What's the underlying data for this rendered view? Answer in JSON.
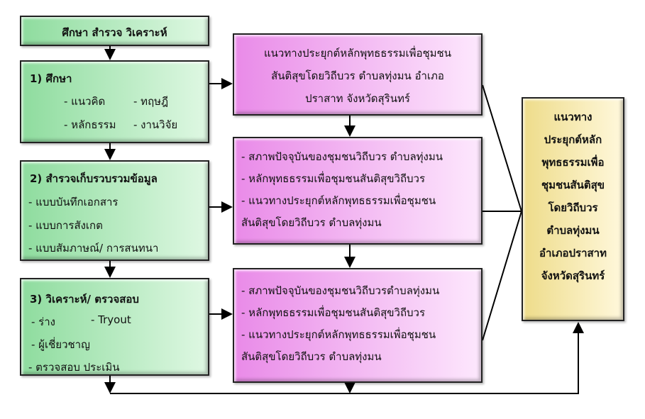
{
  "header": {
    "title": "ศึกษา สำรวจ วิเคราะห์"
  },
  "step1": {
    "title": "1) ศึกษา",
    "items": [
      "- แนวคิด",
      "- ทฤษฎี",
      "- หลักธรรม",
      "- งานวิจัย"
    ]
  },
  "step2": {
    "title": "2) สำรวจเก็บรวบรวมข้อมูล",
    "items": [
      "- แบบบันทึกเอกสาร",
      "- แบบการสังเกต",
      "- แบบสัมภาษณ์/  การสนทนา"
    ]
  },
  "step3": {
    "title": "3) วิเคราะห์/ ตรวจสอบ",
    "items": [
      "- ร่าง",
      "- Tryout",
      "- ผู้เชี่ยวชาญ",
      "- ตรวจสอบ ประเมิน"
    ]
  },
  "pink1": {
    "lines": [
      "แนวทางประยุกต์หลักพุทธธรรมเพื่อชุมชน",
      "สันติสุขโดยวิถีบวร ตำบลทุ่งมน อำเภอ",
      "ปราสาท จังหวัดสุรินทร์"
    ]
  },
  "pink2": {
    "lines": [
      "- สภาพปัจจุบันของชุมชนวิถีบวร  ตำบลทุ่งมน",
      "- หลักพุทธธรรมเพื่อชุมชนสันติสุขวิถีบวร",
      "- แนวทางประยุกต์หลักพุทธธรรมเพื่อชุมชน",
      "สันติสุขโดยวิถีบวร  ตำบลทุ่งมน"
    ]
  },
  "pink3": {
    "lines": [
      "- สภาพปัจจุบันของชุมชนวิถีบวรตำบลทุ่งมน",
      "- หลักพุทธธรรมเพื่อชุมชนสันติสุขวิถีบวร",
      "- แนวทางประยุกต์หลักพุทธธรรมเพื่อชุมชน",
      "สันติสุขโดยวิถีบวร  ตำบลทุ่งมน"
    ]
  },
  "result": {
    "lines": [
      "แนวทาง",
      "ประยุกต์หลัก",
      "พุทธธรรมเพื่อ",
      "ชุมชนสันติสุข",
      "โดยวิถีบวร",
      "ตำบลทุ่งมน",
      "อำเภอปราสาท",
      "จังหวัดสุรินทร์"
    ]
  }
}
